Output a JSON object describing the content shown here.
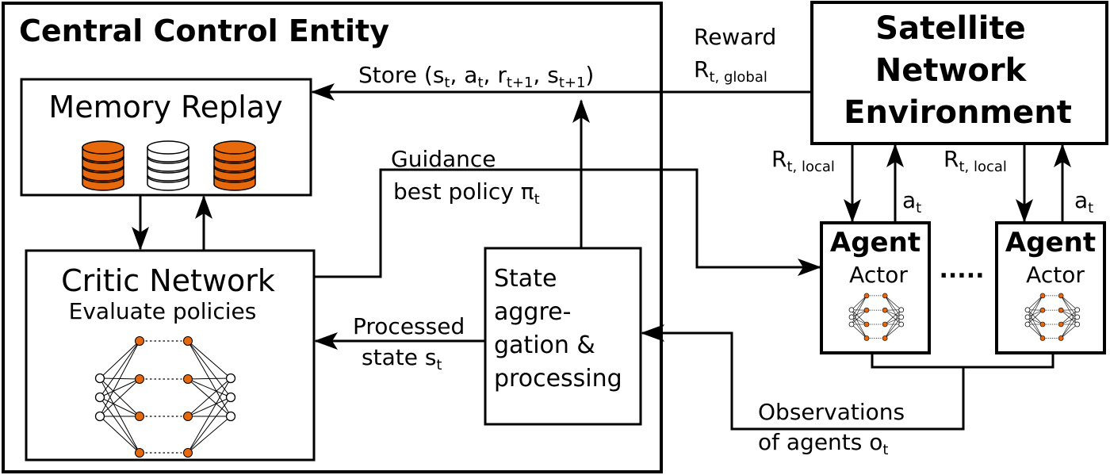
{
  "central_title": "Central Control Entity",
  "memory": {
    "title": "Memory Replay"
  },
  "critic": {
    "title": "Critic Network",
    "subtitle": "Evaluate policies"
  },
  "state_box": {
    "lines": [
      "State",
      "aggre-",
      "gation &",
      "processing"
    ]
  },
  "environment": {
    "lines": [
      "Satellite",
      "Network",
      "Environment"
    ]
  },
  "agents": [
    {
      "title": "Agent",
      "subtitle": "Actor"
    },
    {
      "title": "Agent",
      "subtitle": "Actor"
    }
  ],
  "agent_separator": ".....",
  "labels": {
    "store": "Store (s",
    "reward": "Reward",
    "reward_symbol": "R",
    "reward_sub": "t, global",
    "guidance": "Guidance",
    "best_policy": "best policy π",
    "processed": "Processed",
    "processed_state": "state s",
    "observations": "Observations",
    "observations_of": "of agents o",
    "local_reward_symbol": "R",
    "local_reward_sub": "t, local",
    "action_symbol": "a"
  },
  "colors": {
    "accent_orange": "#E8690B",
    "stroke": "#000000"
  }
}
